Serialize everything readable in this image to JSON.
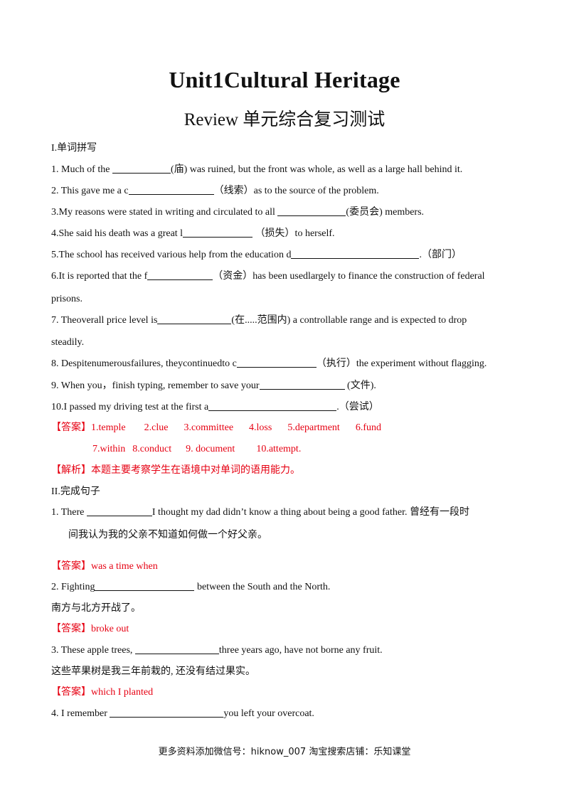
{
  "title": "Unit1Cultural Heritage",
  "subtitle": "Review 单元综合复习测试",
  "section1": {
    "heading": "I.单词拼写",
    "items": [
      {
        "pre": "1. Much of the ",
        "post": "(庙) was ruined, but the front was whole, as well as a large hall behind it."
      },
      {
        "pre": "2.  This gave me a  c",
        "post": "（线索）as to the source of the problem."
      },
      {
        "pre": "3.My reasons were stated in writing and circulated to all  ",
        "post": "(委员会)  members."
      },
      {
        "pre": "4.She said his death was a great  l",
        "post": "   （损失）to herself."
      },
      {
        "pre": "5.The school has received various help from the education  d",
        "post": ".（部门）"
      },
      {
        "pre": "6.It  is  reported  that  the  f",
        "post": "（资金）has been usedlargely to finance the construction of federal",
        "cont": "prisons."
      },
      {
        "pre": "7.  Theoverall  price  level  is",
        "post": "(在.....范围内)  a  controllable  range  and  is  expected  to  drop",
        "cont": "steadily."
      },
      {
        "pre": "8.  Despitenumerousfailures, theycontinuedto  c",
        "post": "（执行）the experiment without flagging."
      },
      {
        "pre": "9.  When  you，finish  typing,  remember  to  save  your",
        "post": " (文件)."
      },
      {
        "pre": "10.I passed my driving test at the first a",
        "post": ".（尝试）"
      }
    ],
    "answer_label": "【答案】",
    "answers_row1": [
      "1.temple",
      "2.clue",
      "3.committee",
      "4.loss",
      "5.department",
      "6.fund"
    ],
    "answers_row2": [
      "7.within",
      "8.conduct",
      "9.  document",
      "10.attempt."
    ],
    "analysis_label": "【解析】",
    "analysis_text": "本题主要考察学生在语境中对单词的语用能力。"
  },
  "section2": {
    "heading": "II.完成句子",
    "items": [
      {
        "pre": "1.    There  ",
        "post": "I  thought  my  dad  didn’t  know  a  thing  about  being  a  good  father.  曾经有一段时",
        "cont": "间我认为我的父亲不知道如何做一个好父亲。",
        "answer": "was  a  time  when"
      },
      {
        "pre": "2. Fighting",
        "post": "   between the South and the North.",
        "cont": "南方与北方开战了。",
        "answer": "broke out"
      },
      {
        "pre": "3. These apple trees,  ",
        "post": "three years ago, have not borne any fruit.",
        "cont": "这些苹果树是我三年前栽的, 还没有结过果实。",
        "answer": "which I planted"
      },
      {
        "pre": "4. I remember  ",
        "post": "you left your overcoat."
      }
    ]
  },
  "footer": "更多资料添加微信号：hiknow_007   淘宝搜索店铺：乐知课堂"
}
